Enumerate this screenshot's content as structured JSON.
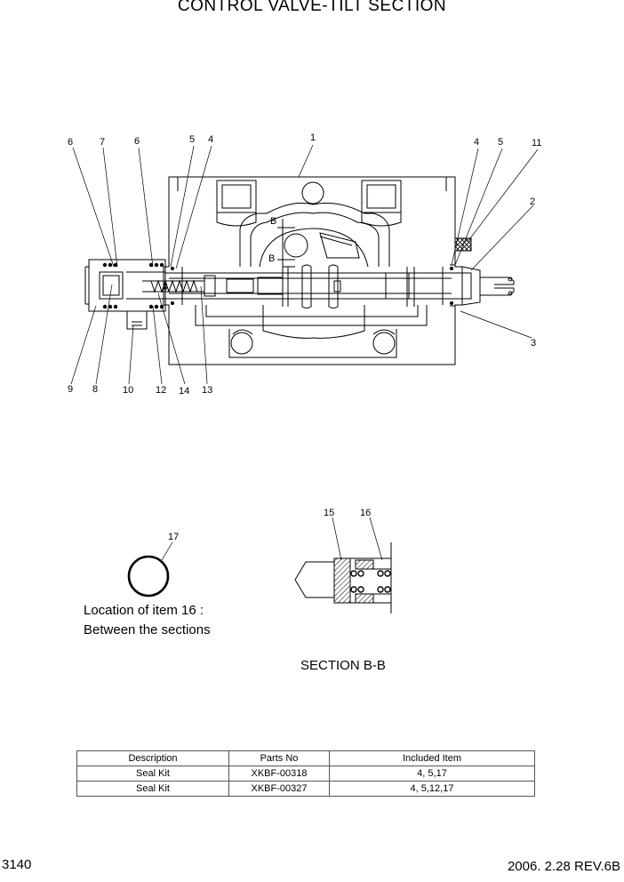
{
  "title": "CONTROL VALVE-TILT SECTION",
  "callouts": {
    "c1": "1",
    "c2": "2",
    "c3": "3",
    "c4": "4",
    "c5": "5",
    "c6": "6",
    "c7": "7",
    "c8": "8",
    "c9": "9",
    "c10": "10",
    "c11": "11",
    "c12": "12",
    "c13": "13",
    "c14": "14",
    "c15": "15",
    "c16": "16",
    "c17": "17",
    "section_marker": "B"
  },
  "note": {
    "line1": "Location of item 16 :",
    "line2": "Between the sections"
  },
  "section_label": "SECTION B-B",
  "parts_table": {
    "headers": [
      "Description",
      "Parts No",
      "Included Item"
    ],
    "rows": [
      [
        "Seal Kit",
        "XKBF-00318",
        "4, 5,17"
      ],
      [
        "Seal Kit",
        "XKBF-00327",
        "4, 5,12,17"
      ]
    ]
  },
  "footer": {
    "page_number": "3140",
    "revision": "2006. 2.28  REV.6B"
  }
}
